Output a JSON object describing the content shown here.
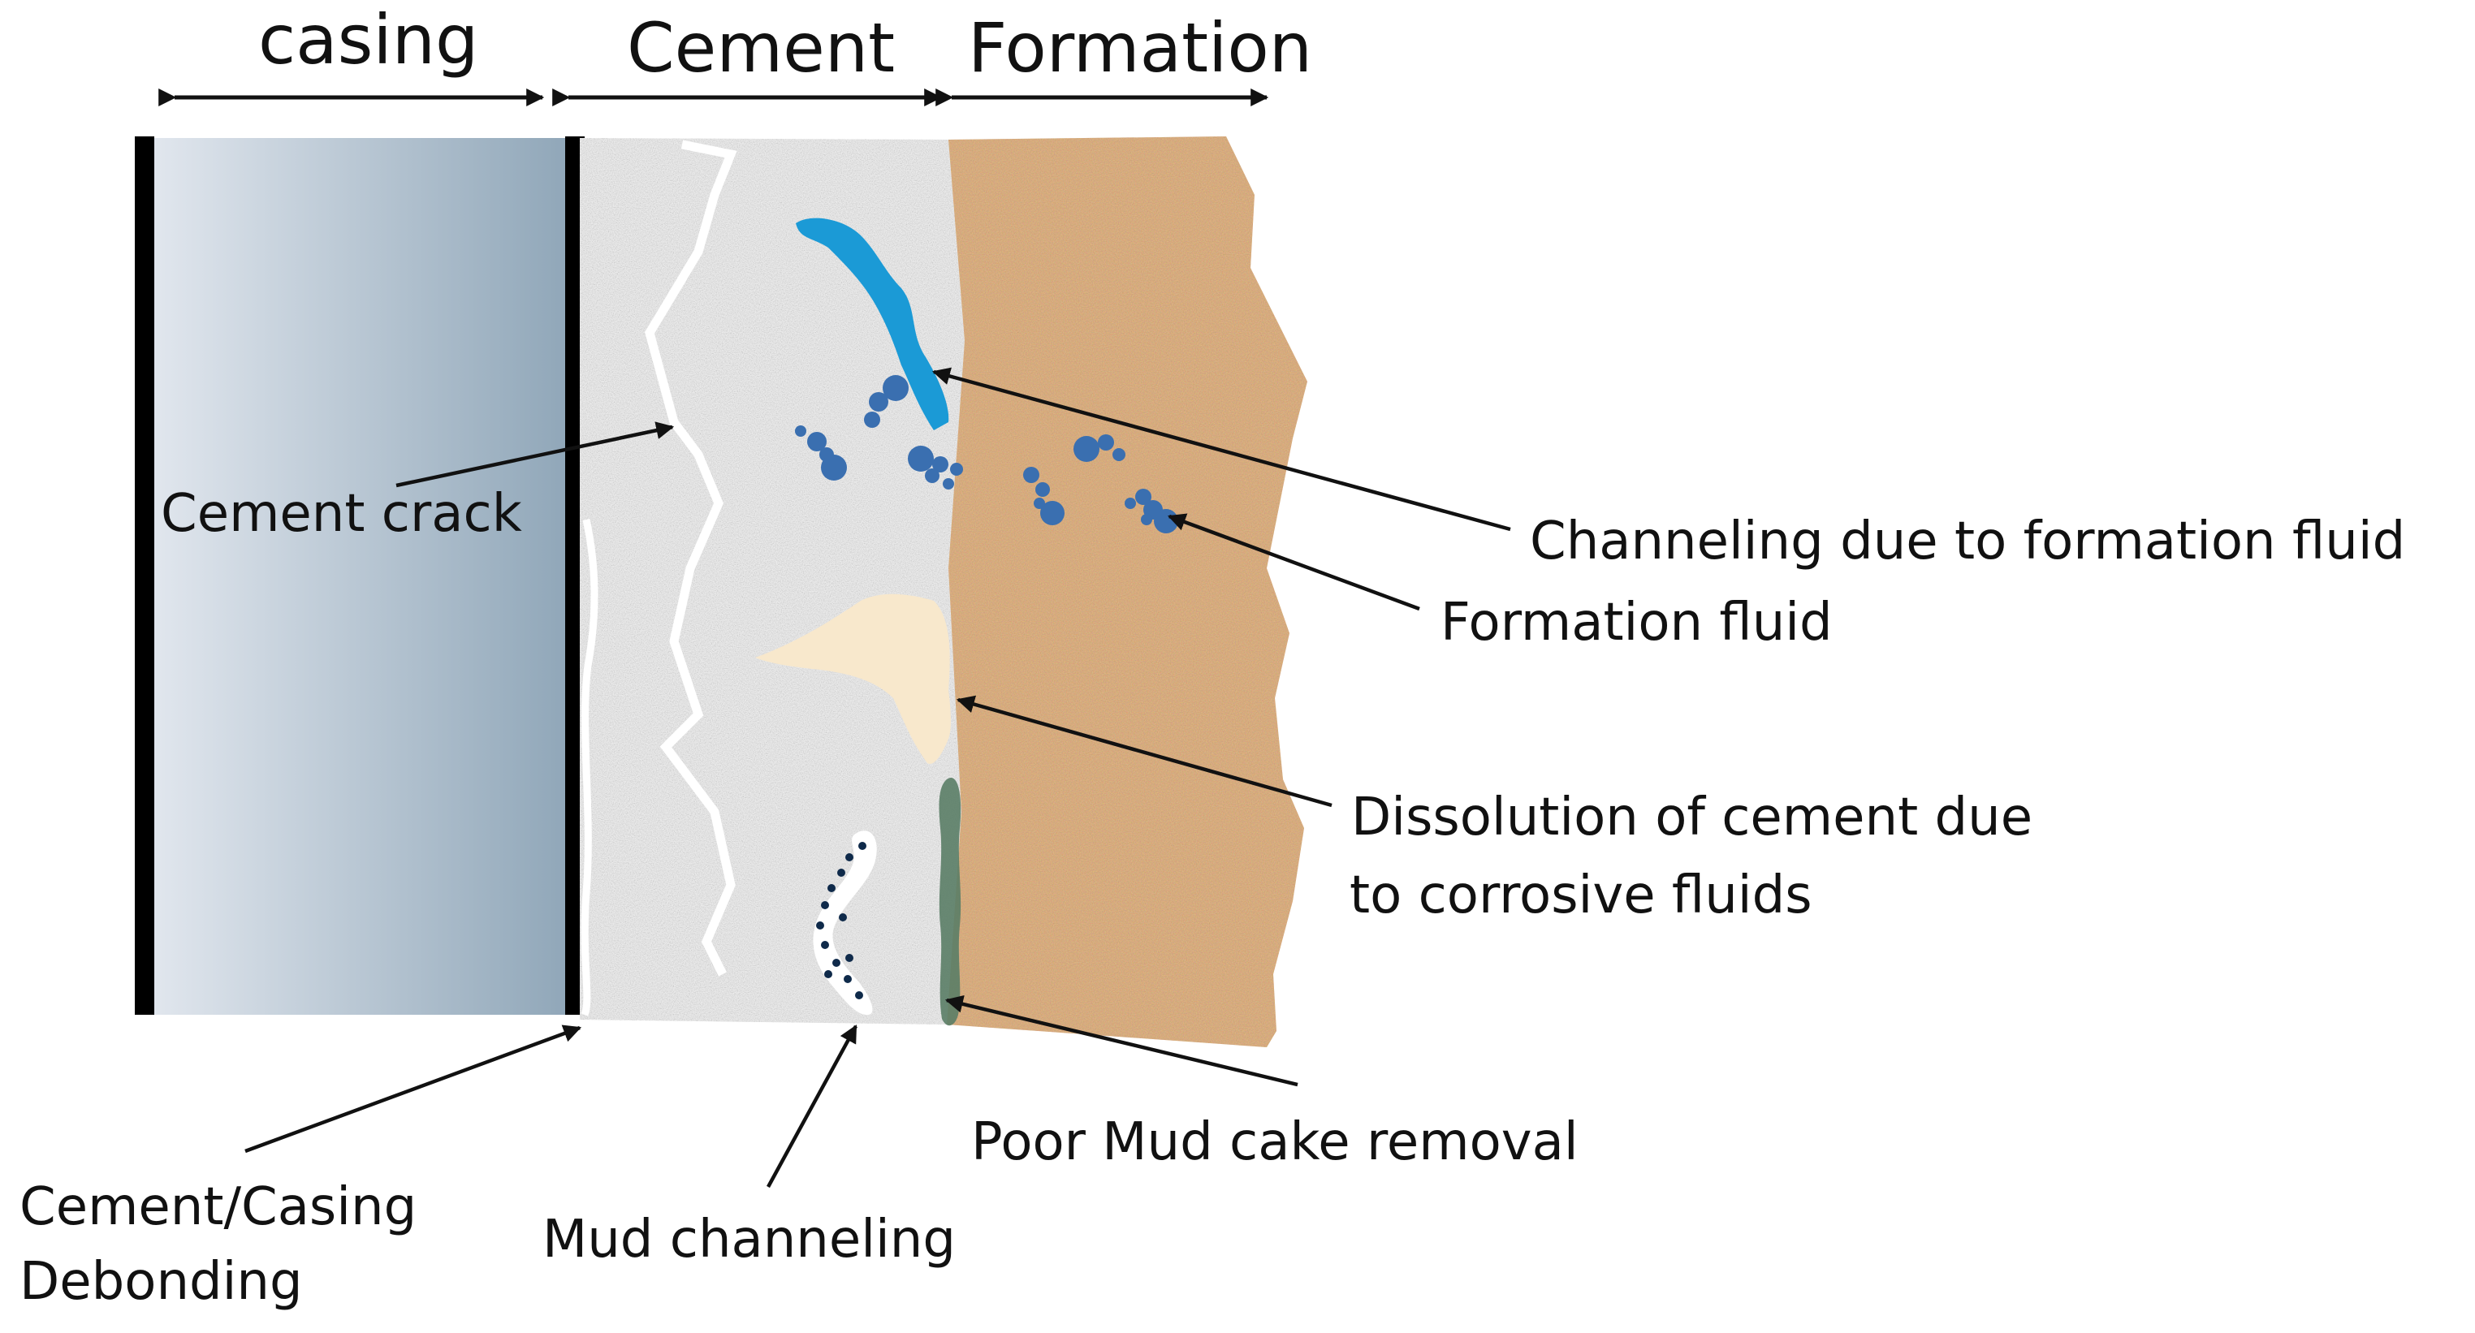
{
  "headers": {
    "casing": "casing",
    "cement": "Cement",
    "formation": "Formation"
  },
  "labels": {
    "cement_crack": "Cement crack",
    "channeling_formation_fluid": "Channeling due to formation fluid",
    "formation_fluid": "Formation fluid",
    "dissolution_line1": "Dissolution  of cement due",
    "dissolution_line2": "to corrosive fluids",
    "poor_mud_cake": "Poor Mud cake removal",
    "debonding_line1": "Cement/Casing",
    "debonding_line2": "Debonding",
    "mud_channeling": "Mud channeling"
  },
  "colors": {
    "casing_light": "#e3e8ef",
    "casing_dark": "#8fa6b8",
    "cement": "#c6c6c6",
    "formation": "#c08a5a",
    "water_channel": "#1b9ad6",
    "fluid_bubbles": "#3a6fb0",
    "dissolution": "#f8e8cc",
    "mud_cake": "#5a7d66"
  }
}
